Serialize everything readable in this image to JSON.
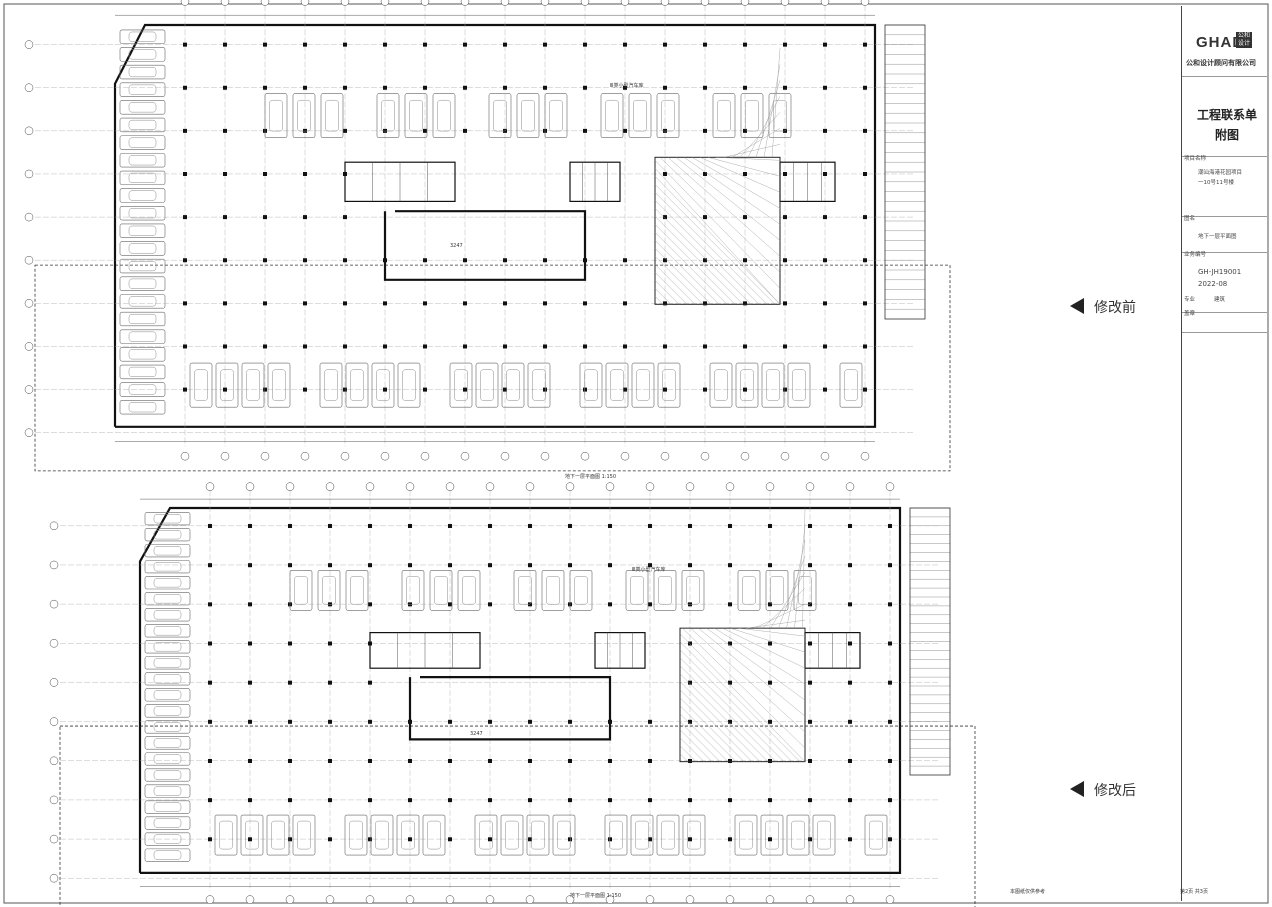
{
  "title_block": {
    "brand": "GHAD",
    "brand_badge": "公和设计",
    "company": "公和设计顾问有限公司",
    "title": "工程联系单",
    "subtitle": "附图",
    "project_label": "项目名称",
    "project_line1": "潮汕海港花园项目",
    "project_line2": "一10号11号楼",
    "drawing_label": "图名",
    "drawing_name": "地下一层平面图",
    "number_label": "业务编号",
    "number": "GH-JH19001",
    "date": "2022-08",
    "discipline_label": "专业",
    "discipline": "建筑",
    "signature_label": "盖章"
  },
  "labels": {
    "before": "修改前",
    "after": "修改后"
  },
  "plans": {
    "before": {
      "caption": "地下一层平面图  1:150",
      "room_label": "Ⅲ类小型汽车库",
      "area_label": "3247"
    },
    "after": {
      "caption": "地下一层平面图  1:150",
      "room_label": "Ⅲ类小型汽车库",
      "area_label": "3247"
    }
  },
  "footer": {
    "page": "第2页 共3页",
    "note": "本图纸仅供参考"
  },
  "colors": {
    "line": "#333333",
    "wall": "#111111",
    "hatch": "#888888"
  }
}
